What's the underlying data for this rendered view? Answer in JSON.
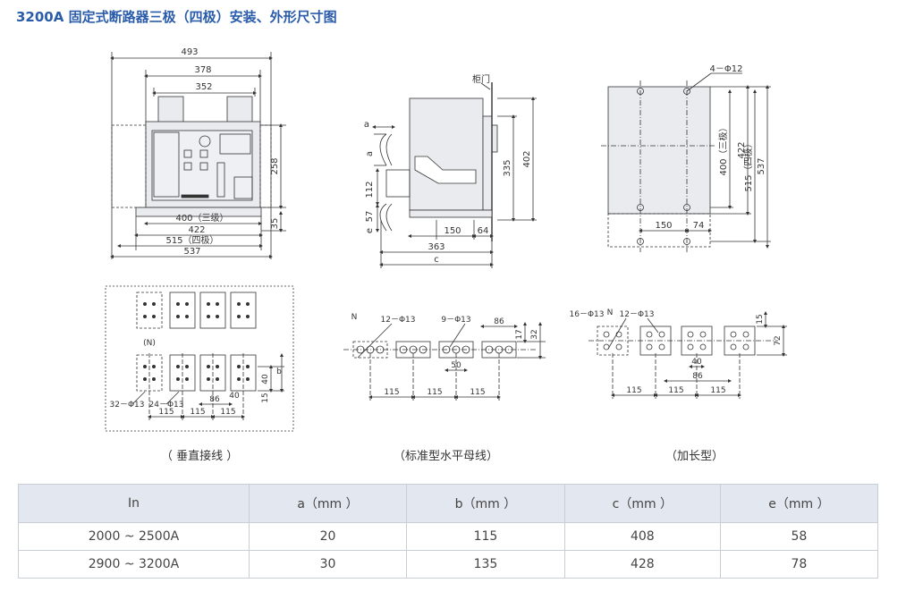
{
  "title": "3200A 固定式断路器三极（四极）安装、外形尺寸图",
  "front_view": {
    "dims_top": [
      "493",
      "378",
      "352"
    ],
    "dims_bottom": [
      "400（三级）",
      "422",
      "515（四极）",
      "537"
    ],
    "dims_right": [
      "258",
      "35"
    ]
  },
  "side_view": {
    "cabinet_door": "柜门",
    "dims_left": [
      "a",
      "a",
      "112",
      "57",
      "e"
    ],
    "dims_right": [
      "335",
      "402"
    ],
    "dims_bottom": [
      "150",
      "64",
      "363",
      "c"
    ]
  },
  "mount_view": {
    "hole_label": "4－Φ12",
    "dims_right": [
      "400（三极）",
      "422",
      "515（四极）",
      "537"
    ],
    "dims_bottom": [
      "150",
      "74"
    ]
  },
  "vertical_conn": {
    "n_label": "(N)",
    "holes_a": "32－Φ13",
    "holes_b": "24－Φ13",
    "dims": [
      "86",
      "115",
      "115",
      "115",
      "40",
      "40",
      "15",
      "b"
    ],
    "caption": "（ 垂直接线 ）"
  },
  "horizontal_conn": {
    "n_label": "N",
    "holes_a": "12－Φ13",
    "holes_b": "9－Φ13",
    "dims": [
      "86",
      "17",
      "32",
      "50",
      "115",
      "115",
      "115"
    ],
    "caption": "（标准型水平母线）"
  },
  "extended_conn": {
    "n_label": "N",
    "holes_a": "16－Φ13",
    "holes_b": "12－Φ13",
    "dims": [
      "15",
      "72",
      "40",
      "86",
      "115",
      "115",
      "115"
    ],
    "caption": "（加长型）"
  },
  "table": {
    "headers": [
      "In",
      "a（mm ）",
      "b（mm ）",
      "c（mm ）",
      "e（mm ）"
    ],
    "rows": [
      [
        "2000 ~ 2500A",
        "20",
        "115",
        "408",
        "58"
      ],
      [
        "2900 ~ 3200A",
        "30",
        "135",
        "428",
        "78"
      ]
    ]
  }
}
